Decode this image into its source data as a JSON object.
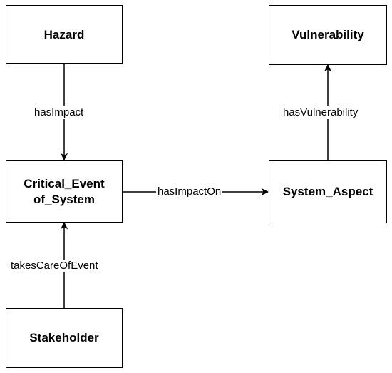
{
  "nodes": {
    "hazard": "Hazard",
    "vulnerability": "Vulnerability",
    "critical_event_line1": "Critical_Event",
    "critical_event_line2": "of_System",
    "system_aspect": "System_Aspect",
    "stakeholder": "Stakeholder"
  },
  "edges": {
    "hazard_to_critical": "hasImpact",
    "critical_to_aspect": "hasImpactOn",
    "aspect_to_vulnerability": "hasVulnerability",
    "stakeholder_to_critical": "takesCareOfEvent"
  }
}
